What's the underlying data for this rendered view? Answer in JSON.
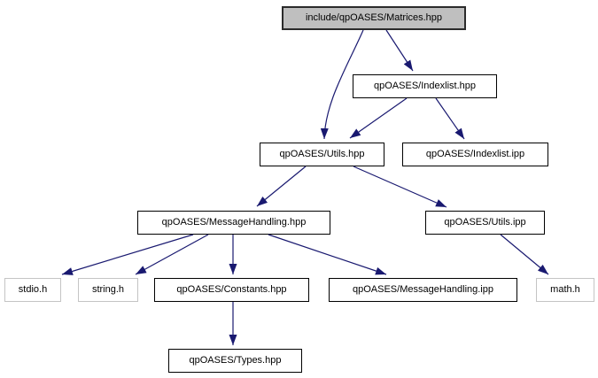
{
  "diagram": {
    "type": "include-dependency-graph",
    "root": {
      "label": "include/qpOASES/Matrices.hpp"
    },
    "nodes": {
      "indexlist_hpp": {
        "label": "qpOASES/Indexlist.hpp"
      },
      "indexlist_ipp": {
        "label": "qpOASES/Indexlist.ipp"
      },
      "utils_hpp": {
        "label": "qpOASES/Utils.hpp"
      },
      "utils_ipp": {
        "label": "qpOASES/Utils.ipp"
      },
      "messagehandling_hpp": {
        "label": "qpOASES/MessageHandling.hpp"
      },
      "messagehandling_ipp": {
        "label": "qpOASES/MessageHandling.ipp"
      },
      "constants_hpp": {
        "label": "qpOASES/Constants.hpp"
      },
      "types_hpp": {
        "label": "qpOASES/Types.hpp"
      },
      "stdio_h": {
        "label": "stdio.h"
      },
      "string_h": {
        "label": "string.h"
      },
      "math_h": {
        "label": "math.h"
      }
    },
    "edges": [
      {
        "from": "include/qpOASES/Matrices.hpp",
        "to": "qpOASES/Utils.hpp"
      },
      {
        "from": "include/qpOASES/Matrices.hpp",
        "to": "qpOASES/Indexlist.hpp"
      },
      {
        "from": "qpOASES/Indexlist.hpp",
        "to": "qpOASES/Utils.hpp"
      },
      {
        "from": "qpOASES/Indexlist.hpp",
        "to": "qpOASES/Indexlist.ipp"
      },
      {
        "from": "qpOASES/Utils.hpp",
        "to": "qpOASES/MessageHandling.hpp"
      },
      {
        "from": "qpOASES/Utils.hpp",
        "to": "qpOASES/Utils.ipp"
      },
      {
        "from": "qpOASES/MessageHandling.hpp",
        "to": "stdio.h"
      },
      {
        "from": "qpOASES/MessageHandling.hpp",
        "to": "string.h"
      },
      {
        "from": "qpOASES/MessageHandling.hpp",
        "to": "qpOASES/Constants.hpp"
      },
      {
        "from": "qpOASES/MessageHandling.hpp",
        "to": "qpOASES/MessageHandling.ipp"
      },
      {
        "from": "qpOASES/Utils.ipp",
        "to": "math.h"
      },
      {
        "from": "qpOASES/Constants.hpp",
        "to": "qpOASES/Types.hpp"
      }
    ],
    "colors": {
      "edge": "#191970",
      "root_fill": "#bfbfbf",
      "node_fill": "#ffffff",
      "internal_border": "#000000",
      "external_border": "#c4c4c4"
    }
  }
}
